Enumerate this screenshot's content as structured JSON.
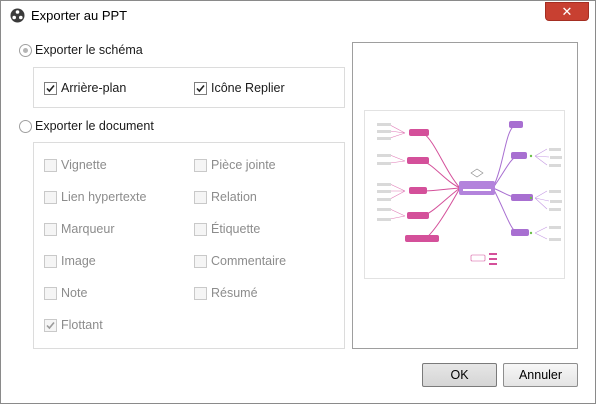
{
  "window": {
    "title": "Exporter au PPT",
    "close_symbol": "✕"
  },
  "options": {
    "export_schema": {
      "label": "Exporter le schéma",
      "selected": true
    },
    "background": {
      "label": "Arrière-plan",
      "checked": true
    },
    "collapse_icon": {
      "label": "Icône Replier",
      "checked": true
    },
    "export_document": {
      "label": "Exporter le document",
      "selected": false
    },
    "document_items": [
      {
        "label": "Vignette",
        "checked": false
      },
      {
        "label": "Pièce jointe",
        "checked": false
      },
      {
        "label": "Lien hypertexte",
        "checked": false
      },
      {
        "label": "Relation",
        "checked": false
      },
      {
        "label": "Marqueur",
        "checked": false
      },
      {
        "label": "Étiquette",
        "checked": false
      },
      {
        "label": "Image",
        "checked": false
      },
      {
        "label": "Commentaire",
        "checked": false
      },
      {
        "label": "Note",
        "checked": false
      },
      {
        "label": "Résumé",
        "checked": false
      },
      {
        "label": "Flottant",
        "checked": true
      }
    ]
  },
  "buttons": {
    "ok": "OK",
    "cancel": "Annuler"
  },
  "colors": {
    "branch_pink": "#d4509a",
    "branch_purple": "#a86fd1",
    "center_node": "#b383dc"
  }
}
